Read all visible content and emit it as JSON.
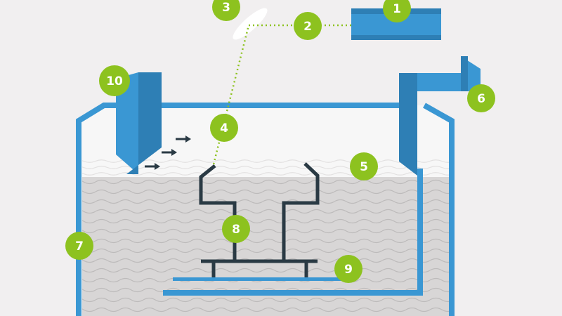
{
  "colors": {
    "background": "#f1eff0",
    "tank_blue": "#3a97d3",
    "tank_blue_dark": "#2e7fb5",
    "badge_green": "#8dc21f",
    "badge_text": "#ffffff",
    "resin": "#d8d6d6",
    "wave_line": "#bdbbbb",
    "part": "#2a3a44",
    "dotted_beam": "#8dc21f"
  },
  "badges": [
    {
      "id": "1",
      "label": "1"
    },
    {
      "id": "2",
      "label": "2"
    },
    {
      "id": "3",
      "label": "3"
    },
    {
      "id": "4",
      "label": "4"
    },
    {
      "id": "5",
      "label": "5"
    },
    {
      "id": "6",
      "label": "6"
    },
    {
      "id": "7",
      "label": "7"
    },
    {
      "id": "8",
      "label": "8"
    },
    {
      "id": "9",
      "label": "9"
    },
    {
      "id": "10",
      "label": "10"
    }
  ],
  "icons": {
    "laser": "laser-source-icon",
    "lens": "lens-icon",
    "recoater": "recoater-blade-icon",
    "elevator": "elevator-arm-icon",
    "arrow": "arrow-right-icon"
  }
}
